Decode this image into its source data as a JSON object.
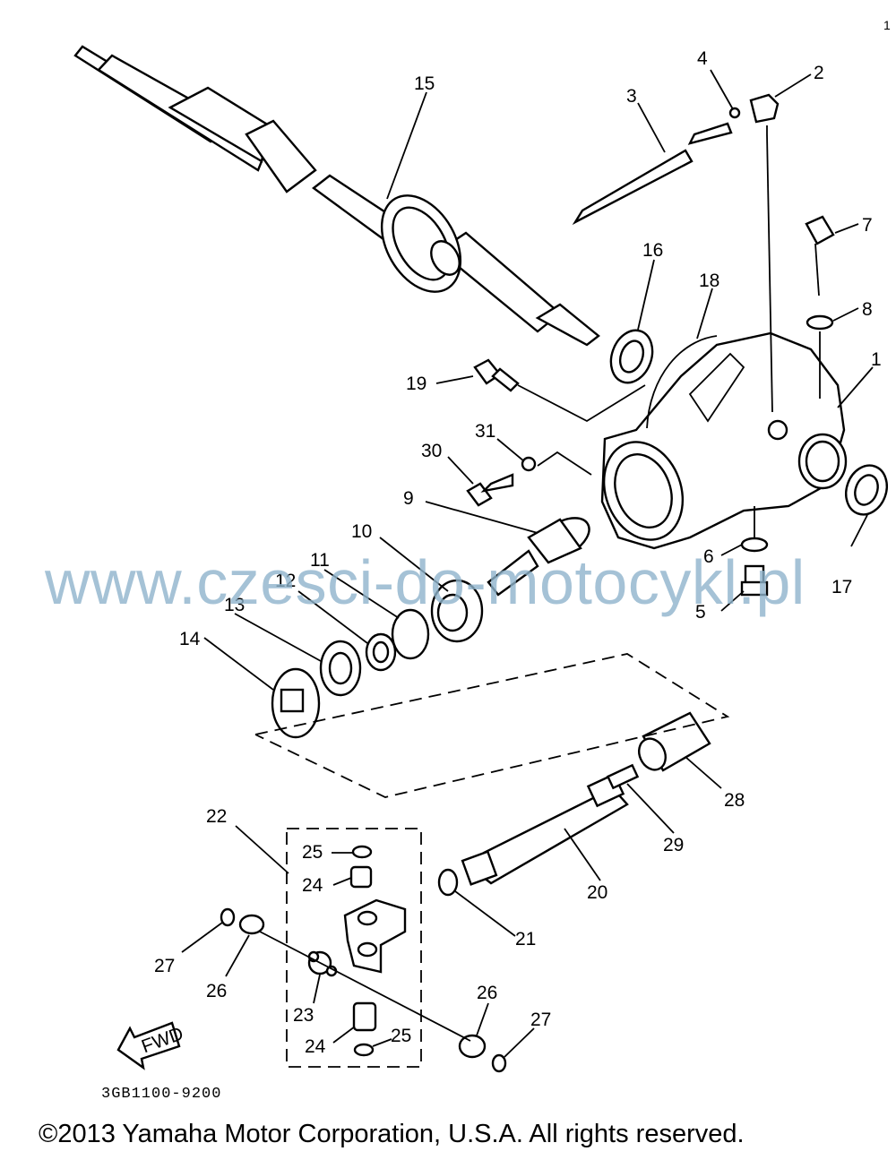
{
  "diagram": {
    "drawing_code": "3GB1100-9200",
    "fwd_label": "FWD",
    "watermark": "www.czesci-do-motocykl.pl",
    "copyright": "©2013 Yamaha Motor Corporation, U.S.A. All rights reserved.",
    "corner_mark": "1",
    "callouts": [
      "15",
      "4",
      "2",
      "3",
      "7",
      "8",
      "16",
      "18",
      "1",
      "19",
      "31",
      "30",
      "9",
      "10",
      "11",
      "12",
      "13",
      "14",
      "6",
      "5",
      "17",
      "28",
      "29",
      "20",
      "21",
      "22",
      "25",
      "24",
      "23",
      "24",
      "25",
      "26",
      "27",
      "26",
      "27"
    ]
  }
}
